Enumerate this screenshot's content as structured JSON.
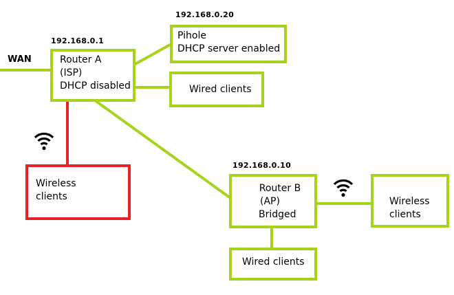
{
  "colors": {
    "link": "#a6d31c",
    "wireless_link": "#e52329",
    "box_border": "#a6d31c",
    "wireless_box_border": "#e52329",
    "text": "#000000"
  },
  "wan": {
    "label": "WAN"
  },
  "router_a": {
    "ip": "192.168.0.1",
    "line1": "Router A",
    "line2": "(ISP)",
    "line3": "DHCP disabled"
  },
  "pihole": {
    "ip": "192.168.0.20",
    "line1": "Pihole",
    "line2": "DHCP server enabled"
  },
  "wired_clients_a": {
    "label": "Wired clients"
  },
  "wireless_clients_a": {
    "line1": "Wireless",
    "line2": "clients",
    "icon": "wifi-icon"
  },
  "router_b": {
    "ip": "192.168.0.10",
    "line1": "Router B",
    "line2": "(AP)",
    "line3": "Bridged"
  },
  "wireless_clients_b": {
    "line1": "Wireless",
    "line2": "clients",
    "icon": "wifi-icon"
  },
  "wired_clients_b": {
    "label": "Wired clients"
  }
}
